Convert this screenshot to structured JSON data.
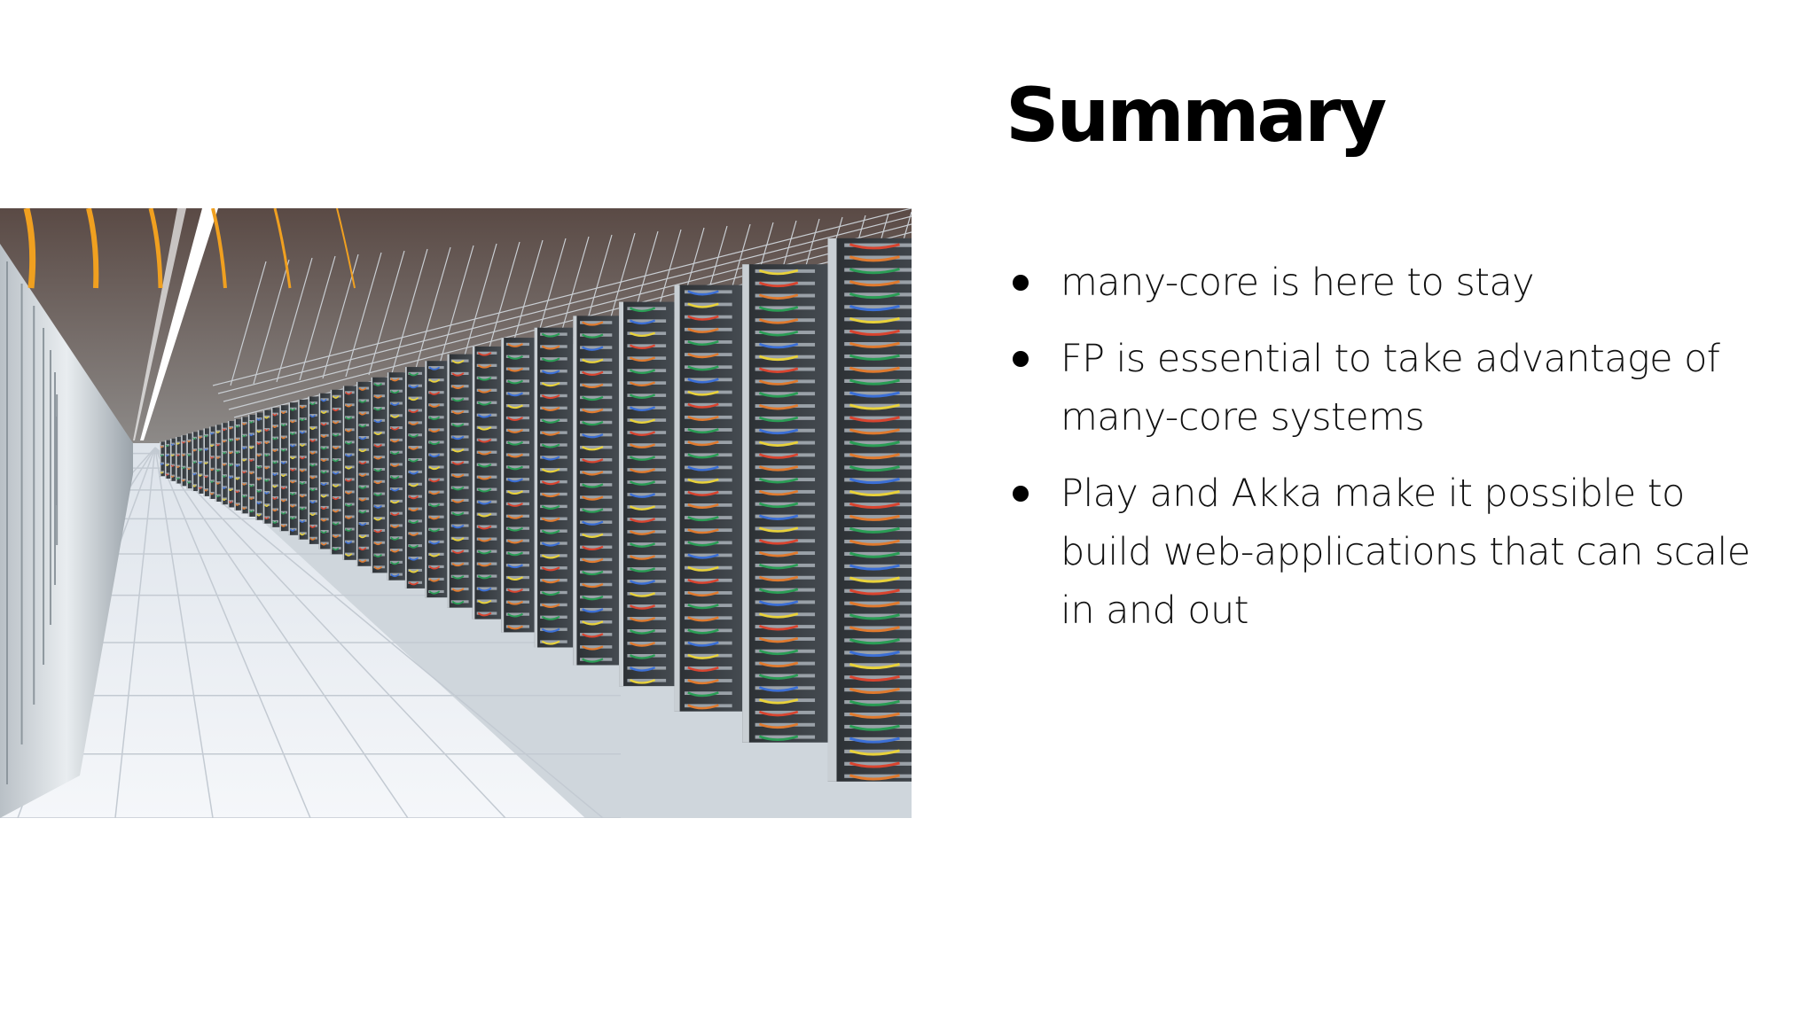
{
  "slide": {
    "title": "Summary",
    "bullets": [
      "many-core is here to stay",
      "FP is essential to take advantage of many-core systems",
      "Play and Akka make it possible to build web-applications that can scale in and out"
    ],
    "image": {
      "subject": "data-center-server-racks"
    }
  },
  "colors": {
    "background": "#ffffff",
    "text": "#000000"
  }
}
